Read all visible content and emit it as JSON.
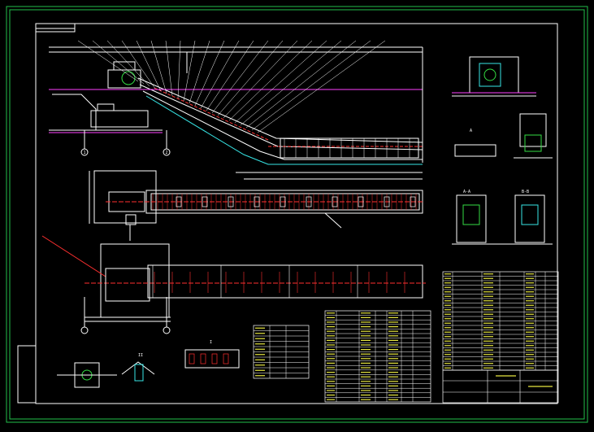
{
  "drawing": {
    "background": "#000000",
    "colors": {
      "frame": "#22c04a",
      "outline": "#ffffff",
      "green": "#33dd44",
      "cyan": "#37e6e6",
      "yellow": "#e7e741",
      "red": "#ff3030",
      "magenta": "#ff40ff",
      "blue": "#4a6cff"
    },
    "section_labels": {
      "section_aa": "A-A",
      "section_bb": "B-B",
      "view_a": "A",
      "detail_1": "I",
      "detail_2": "II"
    },
    "grid_markers": [
      "1",
      "2"
    ],
    "parts_table_rows": 22,
    "bom_table_rows": 20,
    "small_table_rows": 10
  }
}
